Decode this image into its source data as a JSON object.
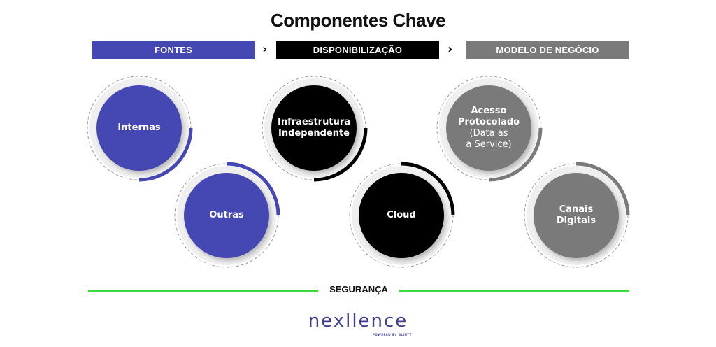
{
  "title": "Componentes Chave",
  "stages": [
    {
      "label": "FONTES",
      "color": "#4547B3"
    },
    {
      "label": "DISPONIBILIZAÇÃO",
      "color": "#000000"
    },
    {
      "label": "MODELO DE NEGÓCIO",
      "color": "#7A7A7A"
    }
  ],
  "separators": [
    "›",
    "›"
  ],
  "nodes": [
    {
      "stage": 0,
      "lines_bold": [
        "Internas"
      ],
      "lines_light": [],
      "arc": "right-to-bottom"
    },
    {
      "stage": 0,
      "lines_bold": [
        "Outras"
      ],
      "lines_light": [],
      "arc": "top-to-right"
    },
    {
      "stage": 1,
      "lines_bold": [
        "Infraestrutura",
        "Independente"
      ],
      "lines_light": [],
      "arc": "right-to-bottom"
    },
    {
      "stage": 1,
      "lines_bold": [
        "Cloud"
      ],
      "lines_light": [],
      "arc": "top-to-right"
    },
    {
      "stage": 2,
      "lines_bold": [
        "Acesso",
        "Protocolado"
      ],
      "lines_light": [
        "(Data as",
        "a Service)"
      ],
      "arc": "right-to-bottom"
    },
    {
      "stage": 2,
      "lines_bold": [
        "Canais",
        "Digitais"
      ],
      "lines_light": [],
      "arc": "top-to-right"
    }
  ],
  "security": {
    "label": "SEGURANÇA",
    "color": "#3DDB3D"
  },
  "logo": {
    "name": "nexllence",
    "tagline": "POWERED BY GLINTT"
  },
  "colors": {
    "ring_band": "#EFEFEF",
    "dashed_ring": "#9A9A9A"
  }
}
